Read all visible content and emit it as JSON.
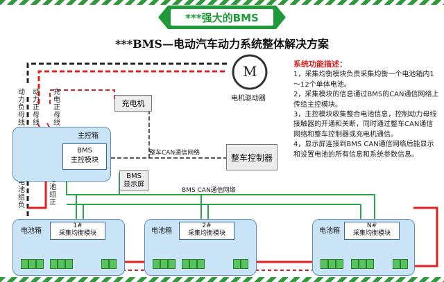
{
  "banner": {
    "text": "***强大的BMS"
  },
  "title": "***BMS—电动汽车动力系统整体解决方案",
  "motor": {
    "symbol": "M",
    "label": "电机驱动器"
  },
  "charger": {
    "label": "充电机"
  },
  "vehicle_controller": {
    "label": "整车控制器"
  },
  "main_box": {
    "label": "主控箱",
    "module_line1": "BMS",
    "module_line2": "主控模块"
  },
  "display": {
    "line1": "BMS",
    "line2": "显示屏"
  },
  "networks": {
    "vehicle_can": "整车CAN通信网络",
    "bms_can": "BMS CAN通信网络"
  },
  "vertical_labels": {
    "power_neg": "动力负母线",
    "power_pos": "动力正母线",
    "charge_pos": "充电正母线",
    "bat_group_neg": "电池组负",
    "bat_group_pos": "电池组正"
  },
  "battery_boxes": [
    {
      "label": "电池箱",
      "num": "1#",
      "module": "采集均衡模块"
    },
    {
      "label": "电池箱",
      "num": "2#",
      "module": "采集均衡模块"
    },
    {
      "label": "电池箱",
      "num": "N#",
      "module": "采集均衡模块"
    }
  ],
  "description": {
    "heading": "系统功能描述：",
    "items": [
      "1，采集均衡模块负责采集均衡一个电池箱内1～12个单体电池。",
      "2，采集模块的信息通过BMS的CAN通信网络上传给主控模块。",
      "3，主控模块收集整合电池信息，控制动力母线接触器的开通和关断，同时通过整车CAN通信网络和整车控制器或充电机通信。",
      "4，显示屏连接到BMS CAN通信网络后能显示和设置电池的所有信息和系统参数信息。"
    ]
  },
  "colors": {
    "green": "#1f9a38",
    "red": "#e02020",
    "blue_box": "#c9e4f6",
    "can_line": "#2aa34a"
  }
}
